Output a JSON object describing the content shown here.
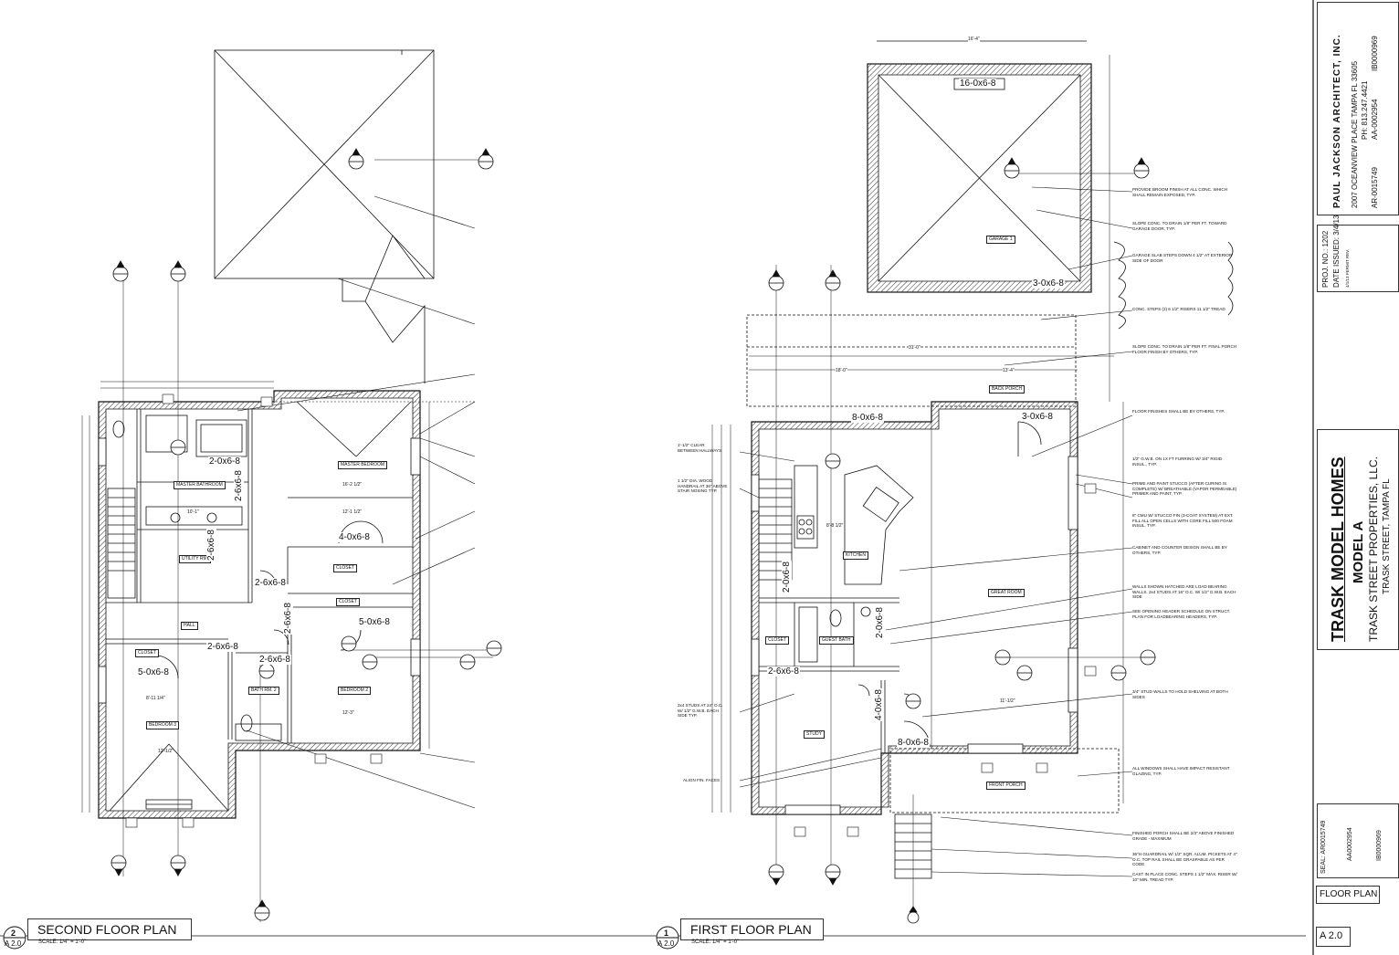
{
  "second_floor": {
    "title": "SECOND FLOOR PLAN",
    "scale": "SCALE: 1/4\" = 1'-0\"",
    "tag_num": "2",
    "tag_sheet": "A 2.0",
    "rooms": {
      "master_bedroom": "MASTER BEDROOM",
      "master_bathroom": "MASTER BATHROOM",
      "utility": "UTILITY RM.",
      "closet_a": "CLOSET",
      "closet_b": "CLOSET",
      "closet_c": "CLOSET",
      "hall": "HALL",
      "bedroom2": "BEDROOM 2",
      "bedroom3": "BEDROOM 3",
      "bath_rm2": "BATH RM. 2"
    },
    "doors": [
      "2-0x6-8",
      "2-6x6-8",
      "2-6x6-8",
      "4-0x6-8",
      "2-6x6-8",
      "5-0x6-8",
      "2-6x6-8",
      "5-0x6-8",
      "2-6x6-8",
      "2-6x6-8"
    ],
    "dims": [
      "16'-2 1/2\"",
      "10'-1\"",
      "12'-1 1/2\"",
      "8'-11 1/4\"",
      "12'-3\"",
      "12'-1/2\""
    ]
  },
  "first_floor": {
    "title": "FIRST FLOOR PLAN",
    "scale": "SCALE: 1/4\" = 1'-0\"",
    "tag_num": "1",
    "tag_sheet": "A 2.0",
    "rooms": {
      "garage": "GARAGE 1",
      "back_porch": "BACK PORCH",
      "kitchen": "KITCHEN",
      "great_room": "GREAT ROOM",
      "closet": "CLOSET",
      "guest_bath": "GUEST BATH",
      "study": "STUDY",
      "front_porch": "FRONT PORCH"
    },
    "doors": [
      "16-0x6-8",
      "3-0x6-8",
      "8-0x6-8",
      "3-0x6-8",
      "2-0x6-8",
      "2-6x6-8",
      "2-0x6-8",
      "4-0x6-8",
      "8-0x6-8"
    ],
    "dims": [
      "16'-4\"",
      "31'-0\"",
      "18'-0\"",
      "13'-4\"",
      "8'-8 1/2\"",
      "11'-1/2\""
    ]
  },
  "notes_left": [
    "1'-1/2\" CLEAR BETWEEN HALLWAYS",
    "1 1/2\" DIA. WOOD HANDRAIL AT 36\" ABOVE STAIR NOSING TYP.",
    "2x4 STUDS AT 24\" O.C. W/ 1/2\" G.W.B. EACH SIDE TYP.",
    "ALIGN FIN. FACES"
  ],
  "notes_right": [
    "PROVIDE BROOM FINISH AT ALL CONC. WHICH SHALL REMAIN EXPOSED, TYP.",
    "SLOPE CONC. TO DRAIN 1/8\" PER FT. TOWARD GARAGE DOOR, TYP.",
    "GARAGE SLAB STEPS DOWN 4 1/2\" AT EXTERIOR SIDE OF DOOR",
    "CONC. STEPS (2) 6 1/2\" RISERS 11 1/2\" TREAD",
    "SLOPE CONC. TO DRAIN 1/8\" PER FT. FINAL PORCH FLOOR FINISH BY OTHERS, TYP.",
    "FLOOR FINISHES SHALL BE BY OTHERS, TYP.",
    "1/2\" G.W.B. ON 1X FT FURRING W/ 3/4\" RIGID INSUL., TYP.",
    "PRIME AND PAINT STUCCO (AFTER CURING IS COMPLETE) W/ BREATHABLE (VAPOR PERMEABLE) PRIMER AND PAINT, TYP.",
    "8\" CMU W/ STUCCO FIN (3-COAT SYSTEM) AT EXT. FILL ALL OPEN CELLS WITH CORE FILL 500 FOAM INSUL. TYP.",
    "CABINET AND COUNTER DESIGN SHALL BE BY OTHERS, TYP.",
    "WALLS SHOWN HATCHED ARE LOAD BEARING WALLS. 2x4 STUDS AT 16\" O.C. W/ 1/2\" G.W.B. EACH SIDE",
    "SEE OPENING HEADER SCHEDULE ON STRUCT. PLAN FOR LOADBEARING HEADERS, TYP.",
    "3/4\" STUD WALLS TO HOLD SHELVING AT BOTH SIDES",
    "ALL WINDOWS SHALL HAVE IMPACT RESISTANT GLAZING, TYP.",
    "FINISHED PORCH SHALL BE 2/3\" ABOVE FINISHED GRADE - MAXIMUM",
    "36\"H GUARDRAIL W/ 1/2\" SQR. ALUM. PICKETS AT 4\" O.C. TOP RAIL SHALL BE GRASPABLE AS PER CODE",
    "CAST IN PLACE CONC. STEPS 1 1/2\" MAX. RISER W/ 10\" MIN. TREAD TYP."
  ],
  "title_block": {
    "architect": "PAUL JACKSON ARCHITECT, INC.",
    "address": "2007 OCEANVIEW PLACE TAMPA FL 33605",
    "phone": "PH: 813.247.4421",
    "license1": "AR-0015749",
    "license2": "AA-0002954",
    "license3": "IB0000969",
    "proj_no": "PROJ. NO.: 1202",
    "date_issued": "DATE ISSUED: 3/4/13",
    "revision": "4/1/13 PERMIT REV.",
    "project_name": "TRASK MODEL HOMES",
    "model": "MODEL A",
    "client": "TRASK STREET PROPERTIES, LLC.",
    "location": "TRASK STREET, TAMPA FL",
    "seal_1": "SEAL: AR0015749",
    "seal_2": "AA0002954",
    "seal_3": "IB0000969",
    "sheet_title": "FLOOR PLAN",
    "sheet_number": "A 2.0"
  }
}
